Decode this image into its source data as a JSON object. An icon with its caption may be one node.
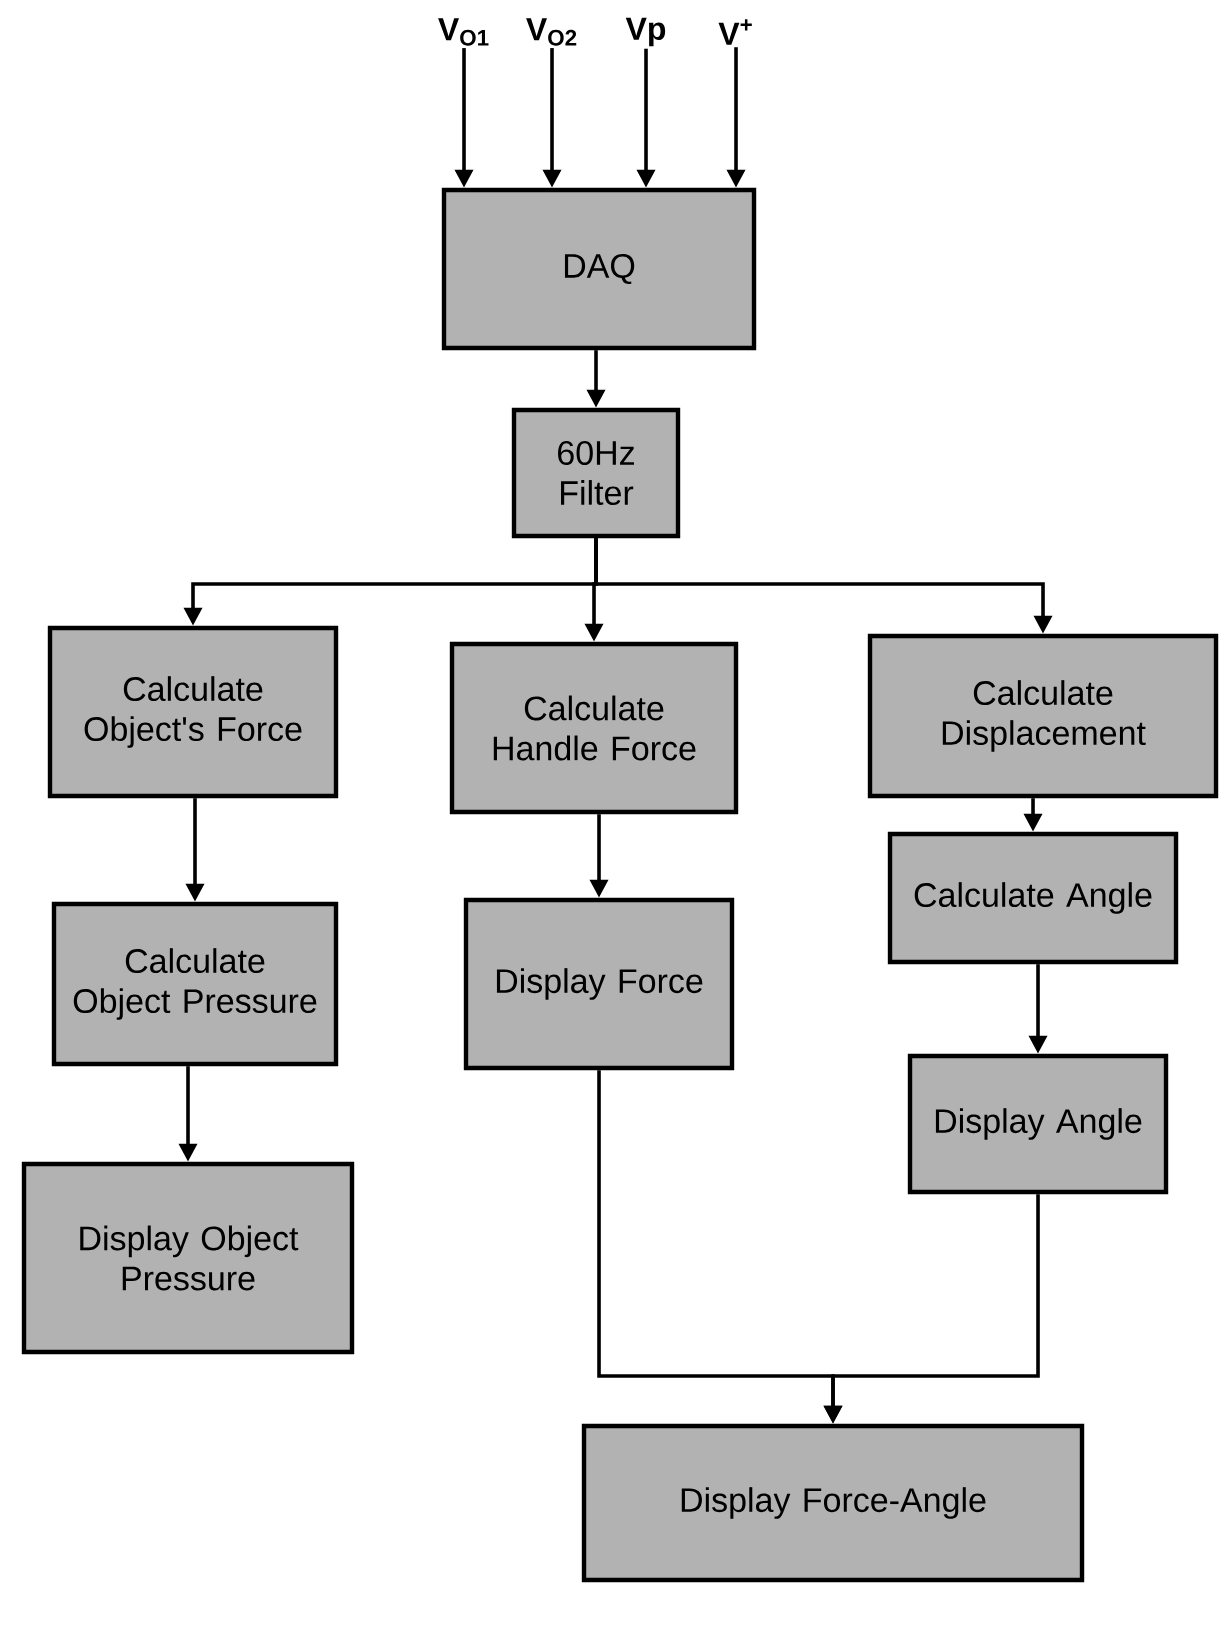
{
  "diagram": {
    "nodes": [
      {
        "text": [
          "V$_{O1}$"
        ]
      },
      {
        "text": [
          "V$_{O2}$"
        ]
      },
      {
        "text": [
          "Vp"
        ]
      },
      {
        "text": [
          "V$^{+}$"
        ]
      },
      {
        "text": [
          "DAQ"
        ]
      },
      {
        "text": [
          "60Hz Filter"
        ]
      },
      {
        "text": [
          "Calculate Object's Force"
        ]
      },
      {
        "text": [
          "Calculate Handle Force"
        ]
      },
      {
        "text": [
          "Calculate Displacement"
        ]
      },
      {
        "text": [
          "Calculate Object Pressure"
        ]
      },
      {
        "text": [
          "Display Force"
        ]
      },
      {
        "text": [
          "Calculate Angle"
        ]
      },
      {
        "text": [
          "Display Angle"
        ]
      },
      {
        "text": [
          "Display Object Pressure"
        ]
      },
      {
        "text": [
          "Display Force-Angle"
        ]
      }
    ],
    "edges": [
      {
        "from": 0,
        "to": 4,
        "arrow": "to"
      },
      {
        "from": 1,
        "to": 4,
        "arrow": "to"
      },
      {
        "from": 2,
        "to": 4,
        "arrow": "to"
      },
      {
        "from": 3,
        "to": 4,
        "arrow": "to"
      },
      {
        "from": 4,
        "to": 5,
        "arrow": "to"
      },
      {
        "from": 5,
        "to": 6,
        "arrow": "to"
      },
      {
        "from": 5,
        "to": 7,
        "arrow": "to"
      },
      {
        "from": 5,
        "to": 8,
        "arrow": "to"
      },
      {
        "from": 6,
        "to": 9,
        "arrow": "to"
      },
      {
        "from": 9,
        "to": 13,
        "arrow": "to"
      },
      {
        "from": 7,
        "to": 10,
        "arrow": "to"
      },
      {
        "from": 8,
        "to": 11,
        "arrow": "to"
      },
      {
        "from": 11,
        "to": 12,
        "arrow": "to"
      },
      {
        "from": 10,
        "to": 14,
        "arrow": "to"
      },
      {
        "from": 12,
        "to": 14,
        "arrow": "to"
      }
    ]
  }
}
